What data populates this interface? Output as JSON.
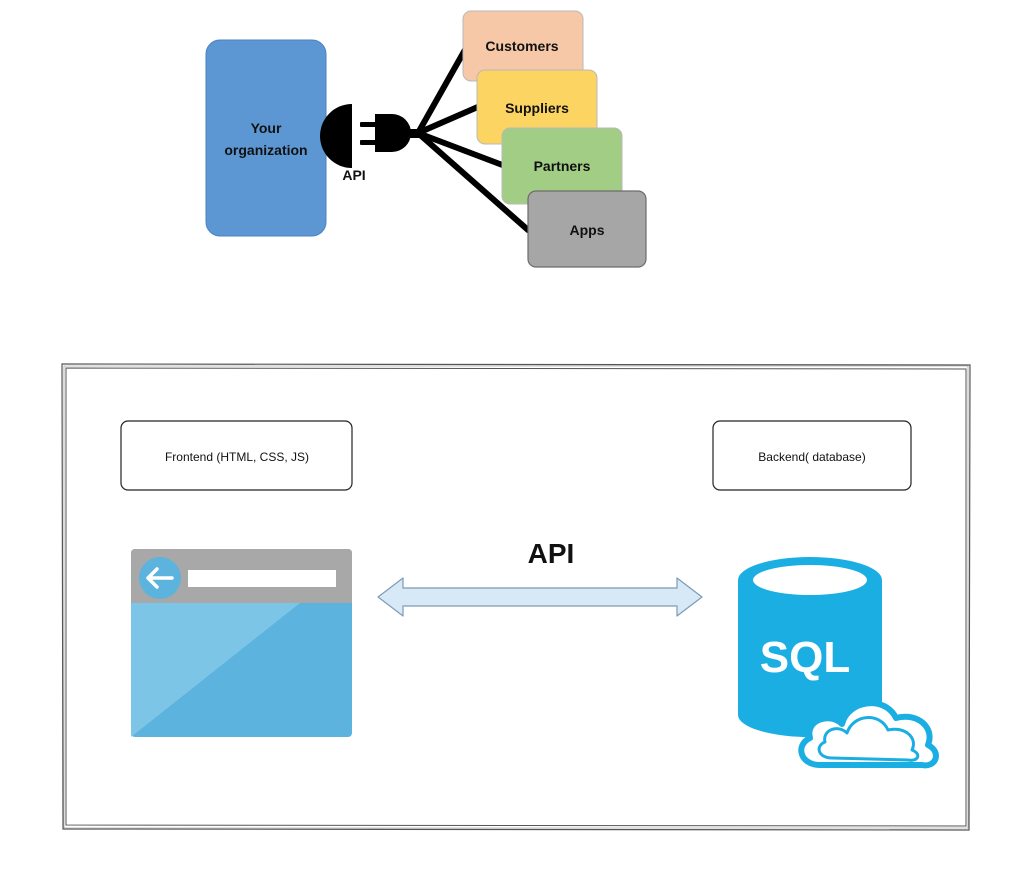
{
  "top_diagram": {
    "organization_label_line1": "Your",
    "organization_label_line2": "organization",
    "api_label": "API",
    "targets": [
      {
        "label": "Customers",
        "color": "#f6c8a8"
      },
      {
        "label": "Suppliers",
        "color": "#fcd462"
      },
      {
        "label": "Partners",
        "color": "#a2cd85"
      },
      {
        "label": "Apps",
        "color": "#a7a6a6"
      }
    ],
    "organization_color": "#5c97d4"
  },
  "bottom_diagram": {
    "frontend_label": "Frontend (HTML, CSS, JS)",
    "backend_label": "Backend( database)",
    "api_label": "API",
    "sql_label": "SQL",
    "browser_icon": "browser-window-icon",
    "database_icon": "sql-database-cloud-icon",
    "arrow_color": "#cfe3f4",
    "browser_color": "#5bb3de",
    "sql_color": "#1aaee3"
  }
}
